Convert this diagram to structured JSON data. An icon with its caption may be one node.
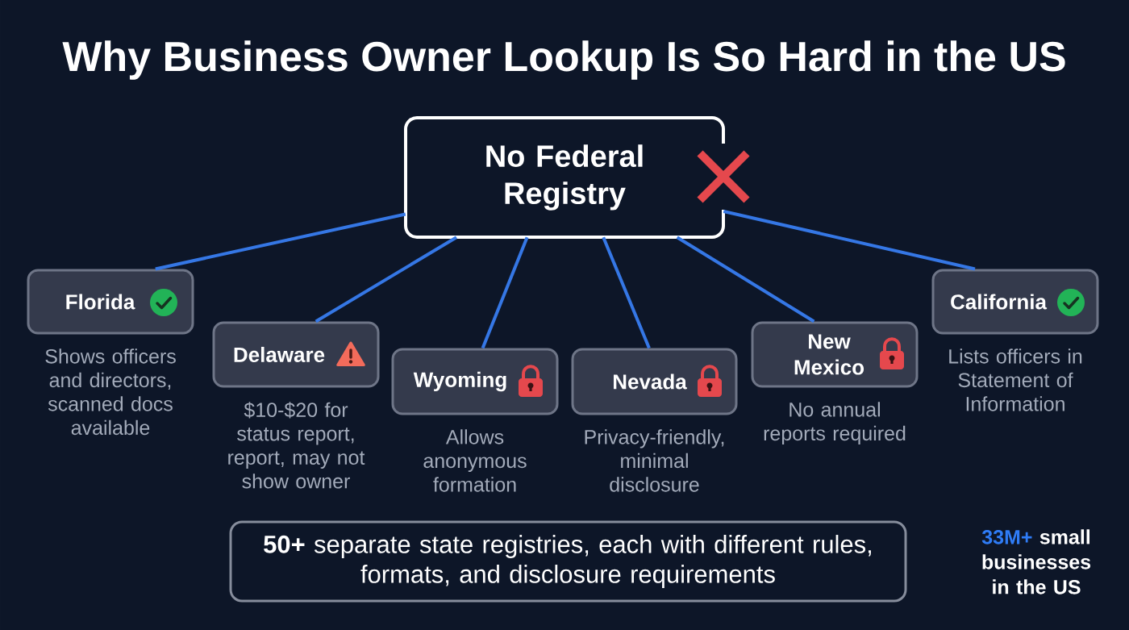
{
  "diagram": {
    "title": "Why Business Owner Lookup Is So Hard in the US",
    "nodes": [
      {
        "text": [
          "No Federal Registry"
        ]
      },
      {
        "text": [
          "Florida"
        ],
        "beside": [
          "Shows officers and directors, scanned docs available"
        ]
      },
      {
        "text": [
          "Delaware"
        ],
        "beside": [
          "$10-$20 for status report, report, may not show owner"
        ]
      },
      {
        "text": [
          "Wyoming"
        ],
        "beside": [
          "Allows anonymous formation"
        ]
      },
      {
        "text": [
          "Nevada"
        ],
        "beside": [
          "Privacy-friendly, minimal disclosure"
        ]
      },
      {
        "text": [
          "New Mexico"
        ],
        "beside": [
          "No annual reports required"
        ]
      },
      {
        "text": [
          "California"
        ],
        "beside": [
          "Lists officers in Statement of Information"
        ]
      },
      {
        "text": [
          "**50+** separate state registries, each with different rules, formats, and disclosure requirements"
        ]
      }
    ],
    "edges": [
      {
        "from": 0,
        "to": 1,
        "arrow": "none"
      },
      {
        "from": 0,
        "to": 2,
        "arrow": "none"
      },
      {
        "from": 0,
        "to": 3,
        "arrow": "none"
      },
      {
        "from": 0,
        "to": 4,
        "arrow": "none"
      },
      {
        "from": 0,
        "to": 5,
        "arrow": "none"
      },
      {
        "from": 0,
        "to": 6,
        "arrow": "none"
      }
    ],
    "labels": [
      "33M+",
      "small businesses in the US"
    ]
  }
}
